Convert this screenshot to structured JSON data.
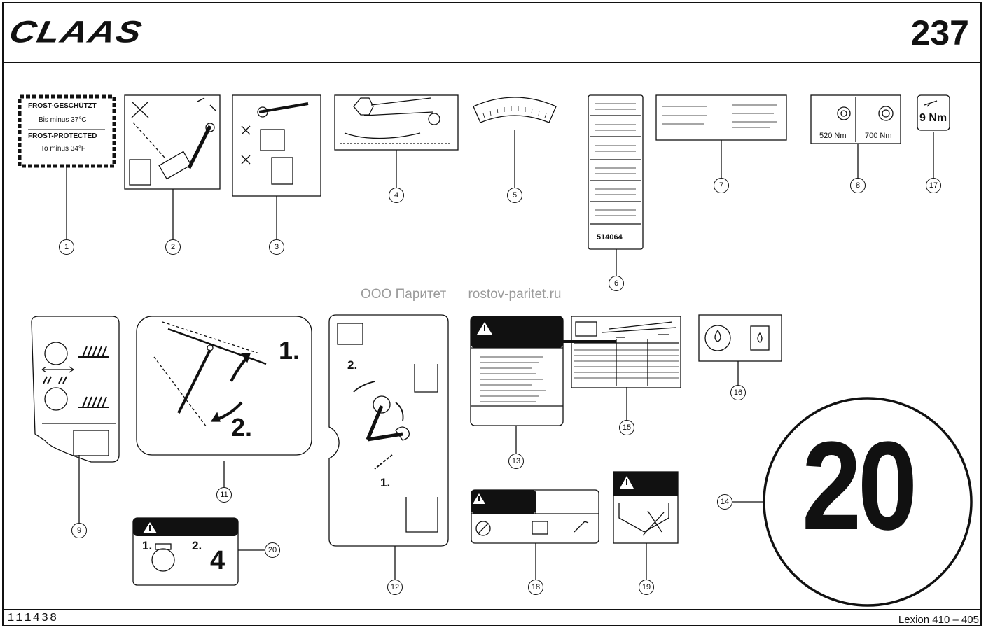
{
  "header": {
    "brand": "CLAAS",
    "page_number": "237"
  },
  "footer": {
    "doc_number": "111438",
    "model": "Lexion 410 – 405"
  },
  "watermark": {
    "company": "ООО Паритет",
    "site": "rostov-paritet.ru"
  },
  "labels": {
    "frost": {
      "line1": "FROST-GESCHÜTZT",
      "line2": "Bis minus 37°C",
      "line3": "FROST-PROTECTED",
      "line4": "To minus 34°F"
    },
    "torque8": {
      "left": "520 Nm",
      "right": "700 Nm"
    },
    "torque17": {
      "value": "9 Nm"
    },
    "part6": {
      "number": "514064"
    },
    "steps11": {
      "one": "1.",
      "two": "2."
    },
    "steps12": {
      "one": "1.",
      "two": "2."
    },
    "steps20": {
      "one": "1.",
      "two": "2.",
      "gear": "4"
    },
    "speed14": {
      "value": "20"
    }
  },
  "callouts": [
    "1",
    "2",
    "3",
    "4",
    "5",
    "6",
    "7",
    "8",
    "17",
    "9",
    "11",
    "12",
    "13",
    "15",
    "16",
    "14",
    "20",
    "18",
    "19"
  ],
  "colors": {
    "ink": "#111111",
    "paper": "#ffffff",
    "watermark": "#9a9a9a"
  }
}
